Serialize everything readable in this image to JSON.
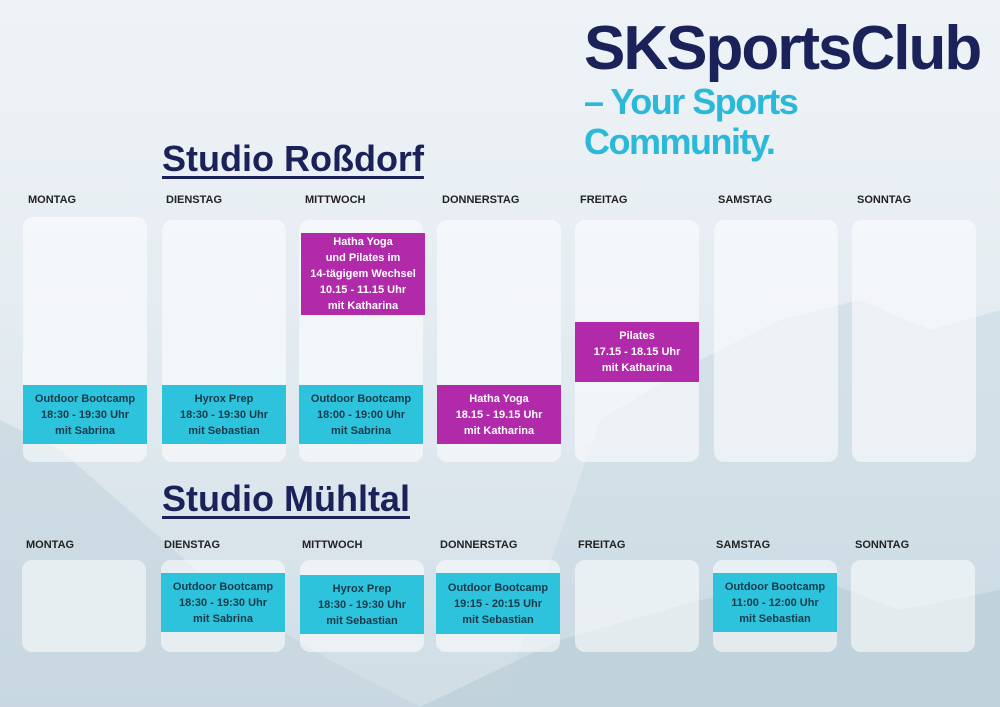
{
  "logo": {
    "brand": "SKSportsClub",
    "tagline": "– Your Sports Community."
  },
  "colors": {
    "navy": "#1b2159",
    "cyan": "#2ec3dc",
    "magenta": "#b02aa9"
  },
  "days": [
    "MONTAG",
    "DIENSTAG",
    "MITTWOCH",
    "DONNERSTAG",
    "FREITAG",
    "SAMSTAG",
    "SONNTAG"
  ],
  "rossdorf": {
    "title": "Studio Roßdorf",
    "sessions": {
      "mo": [
        "Outdoor Bootcamp",
        "18:30 - 19:30 Uhr",
        "mit Sabrina"
      ],
      "di": [
        "Hyrox Prep",
        "18:30 - 19:30 Uhr",
        "mit Sebastian"
      ],
      "mi1": [
        "Hatha Yoga",
        "und Pilates im",
        "14-tägigem Wechsel",
        "10.15 - 11.15 Uhr",
        "mit Katharina"
      ],
      "mi2": [
        "Outdoor Bootcamp",
        "18:00 - 19:00 Uhr",
        "mit Sabrina"
      ],
      "do": [
        "Hatha Yoga",
        "18.15 - 19.15 Uhr",
        "mit Katharina"
      ],
      "fr": [
        "Pilates",
        "17.15 - 18.15 Uhr",
        "mit Katharina"
      ]
    }
  },
  "muehltal": {
    "title": "Studio Mühltal",
    "sessions": {
      "di": [
        "Outdoor Bootcamp",
        "18:30 - 19:30 Uhr",
        "mit Sabrina"
      ],
      "mi": [
        "Hyrox Prep",
        "18:30 - 19:30 Uhr",
        "mit Sebastian"
      ],
      "do": [
        "Outdoor Bootcamp",
        "19:15 - 20:15 Uhr",
        "mit Sebastian"
      ],
      "sa": [
        "Outdoor Bootcamp",
        "11:00 - 12:00 Uhr",
        "mit Sebastian"
      ]
    }
  }
}
